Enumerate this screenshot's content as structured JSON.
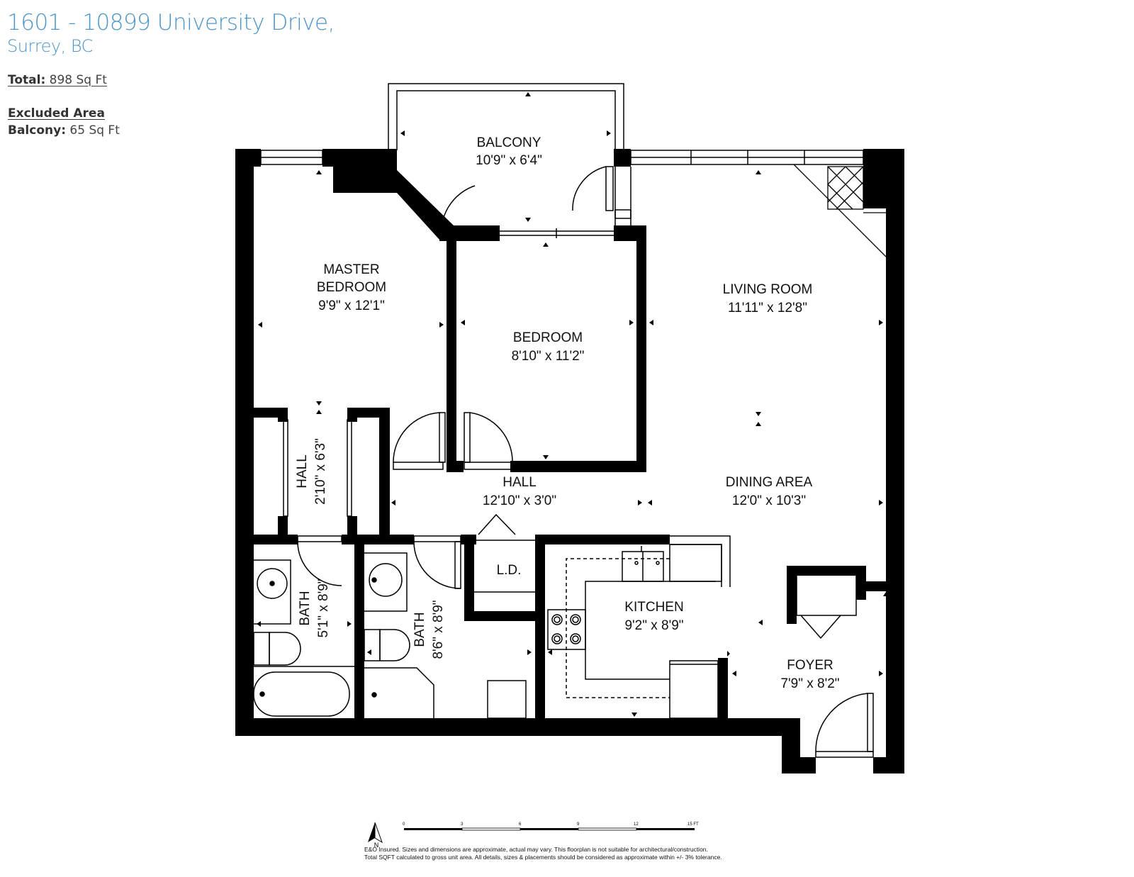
{
  "header": {
    "address_line1": "1601 - 10899 University Drive,",
    "address_line2": "Surrey, BC"
  },
  "areas": {
    "total_label": "Total:",
    "total_value": "898 Sq Ft",
    "excluded_heading": "Excluded Area",
    "balcony_label": "Balcony:",
    "balcony_value": "65 Sq Ft"
  },
  "rooms": {
    "balcony": {
      "name": "BALCONY",
      "dims": "10'9\" x 6'4\""
    },
    "master_bedroom": {
      "name_line1": "MASTER",
      "name_line2": "BEDROOM",
      "dims": "9'9\" x 12'1\""
    },
    "bedroom": {
      "name": "BEDROOM",
      "dims": "8'10\" x 11'2\""
    },
    "living_room": {
      "name": "LIVING ROOM",
      "dims": "11'11\" x 12'8\""
    },
    "hall_vertical": {
      "name": "HALL",
      "dims": "2'10\" x 6'3\""
    },
    "hall_main": {
      "name": "HALL",
      "dims": "12'10\" x 3'0\""
    },
    "dining_area": {
      "name": "DINING AREA",
      "dims": "12'0\" x 10'3\""
    },
    "laundry": {
      "name": "L.D."
    },
    "bath_1": {
      "name": "BATH",
      "dims": "5'1\" x 8'9\""
    },
    "bath_2": {
      "name": "BATH",
      "dims": "8'6\" x 8'9\""
    },
    "kitchen": {
      "name": "KITCHEN",
      "dims": "9'2\" x 8'9\""
    },
    "foyer": {
      "name": "FOYER",
      "dims": "7'9\" x 8'2\""
    }
  },
  "compass": {
    "label": "N"
  },
  "scale": {
    "ticks": [
      "0",
      "3",
      "6",
      "9",
      "12",
      "15 FT"
    ]
  },
  "disclaimer": {
    "line1": "E&O Insured. Sizes and dimensions are approximate, actual may vary. This floorplan is not suitable for architectural/construction.",
    "line2": "Total SQFT calculated to gross unit area. All details, sizes & placements should be considered as approximate within +/- 3% tolerance."
  },
  "colors": {
    "header_blue": "#4a95c9",
    "wall": "#000000"
  }
}
